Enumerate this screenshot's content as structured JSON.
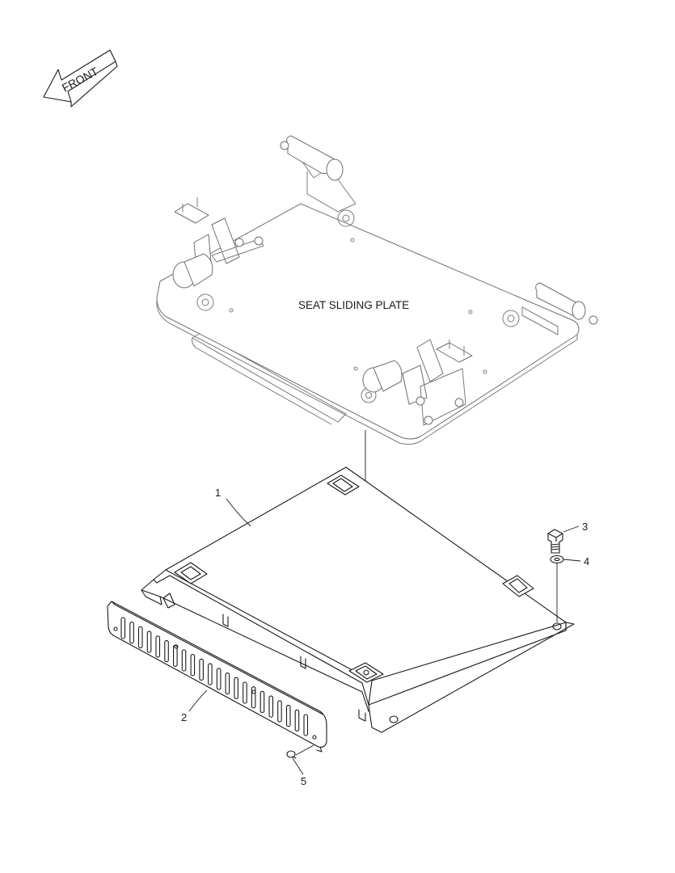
{
  "diagram": {
    "direction_label": "FRONT",
    "assembly_label": "SEAT SLIDING PLATE",
    "callouts": [
      {
        "id": "1",
        "text": "1"
      },
      {
        "id": "2",
        "text": "2"
      },
      {
        "id": "3",
        "text": "3"
      },
      {
        "id": "4",
        "text": "4"
      },
      {
        "id": "5",
        "text": "5"
      }
    ]
  },
  "colors": {
    "line": "#1a1a1a",
    "ghost_line": "#7a7a7a",
    "background": "#ffffff"
  }
}
